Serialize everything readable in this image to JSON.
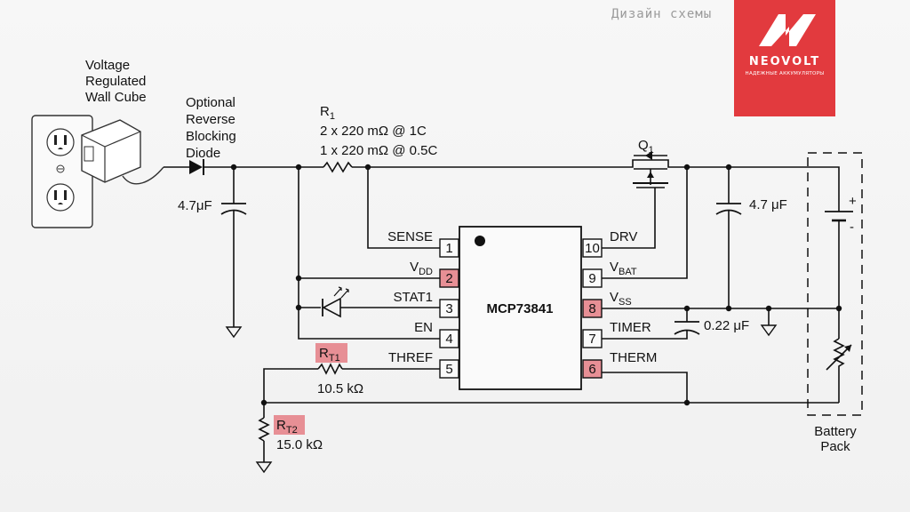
{
  "brand": {
    "caption": "Дизайн схемы",
    "name": "NEOVOLT",
    "tagline": "НАДЕЖНЫЕ АККУМУЛЯТОРЫ",
    "color": "#e23a3e"
  },
  "labels": {
    "wall_cube": [
      "Voltage",
      "Regulated",
      "Wall Cube"
    ],
    "diode": [
      "Optional",
      "Reverse",
      "Blocking",
      "Diode"
    ],
    "r1_name": "R",
    "r1_sub": "1",
    "r1_line1": "2 x 220 mΩ @ 1C",
    "r1_line2": "1 x 220 mΩ @ 0.5C",
    "q1_name": "Q",
    "q1_sub": "1",
    "c_in": "4.7μF",
    "c_out": "4.7 μF",
    "c_timer": "0.22 μF",
    "rt1_name": "R",
    "rt1_sub": "T1",
    "rt1_value": "10.5 kΩ",
    "rt2_name": "R",
    "rt2_sub": "T2",
    "rt2_value": "15.0 kΩ",
    "battery": [
      "Battery",
      "Pack"
    ],
    "plus": "+",
    "minus": "-"
  },
  "ic": {
    "name": "MCP73841",
    "left_pins": [
      {
        "num": "1",
        "name": "SENSE",
        "sub": "",
        "highlight": false
      },
      {
        "num": "2",
        "name": "V",
        "sub": "DD",
        "highlight": true
      },
      {
        "num": "3",
        "name": "STAT1",
        "sub": "",
        "highlight": false
      },
      {
        "num": "4",
        "name": "EN",
        "sub": "",
        "highlight": false
      },
      {
        "num": "5",
        "name": "THREF",
        "sub": "",
        "highlight": false
      }
    ],
    "right_pins": [
      {
        "num": "10",
        "name": "DRV",
        "sub": "",
        "highlight": false
      },
      {
        "num": "9",
        "name": "V",
        "sub": "BAT",
        "highlight": false
      },
      {
        "num": "8",
        "name": "V",
        "sub": "SS",
        "highlight": true
      },
      {
        "num": "7",
        "name": "TIMER",
        "sub": "",
        "highlight": false
      },
      {
        "num": "6",
        "name": "THERM",
        "sub": "",
        "highlight": true
      }
    ],
    "highlight_color": "#e78f95"
  }
}
